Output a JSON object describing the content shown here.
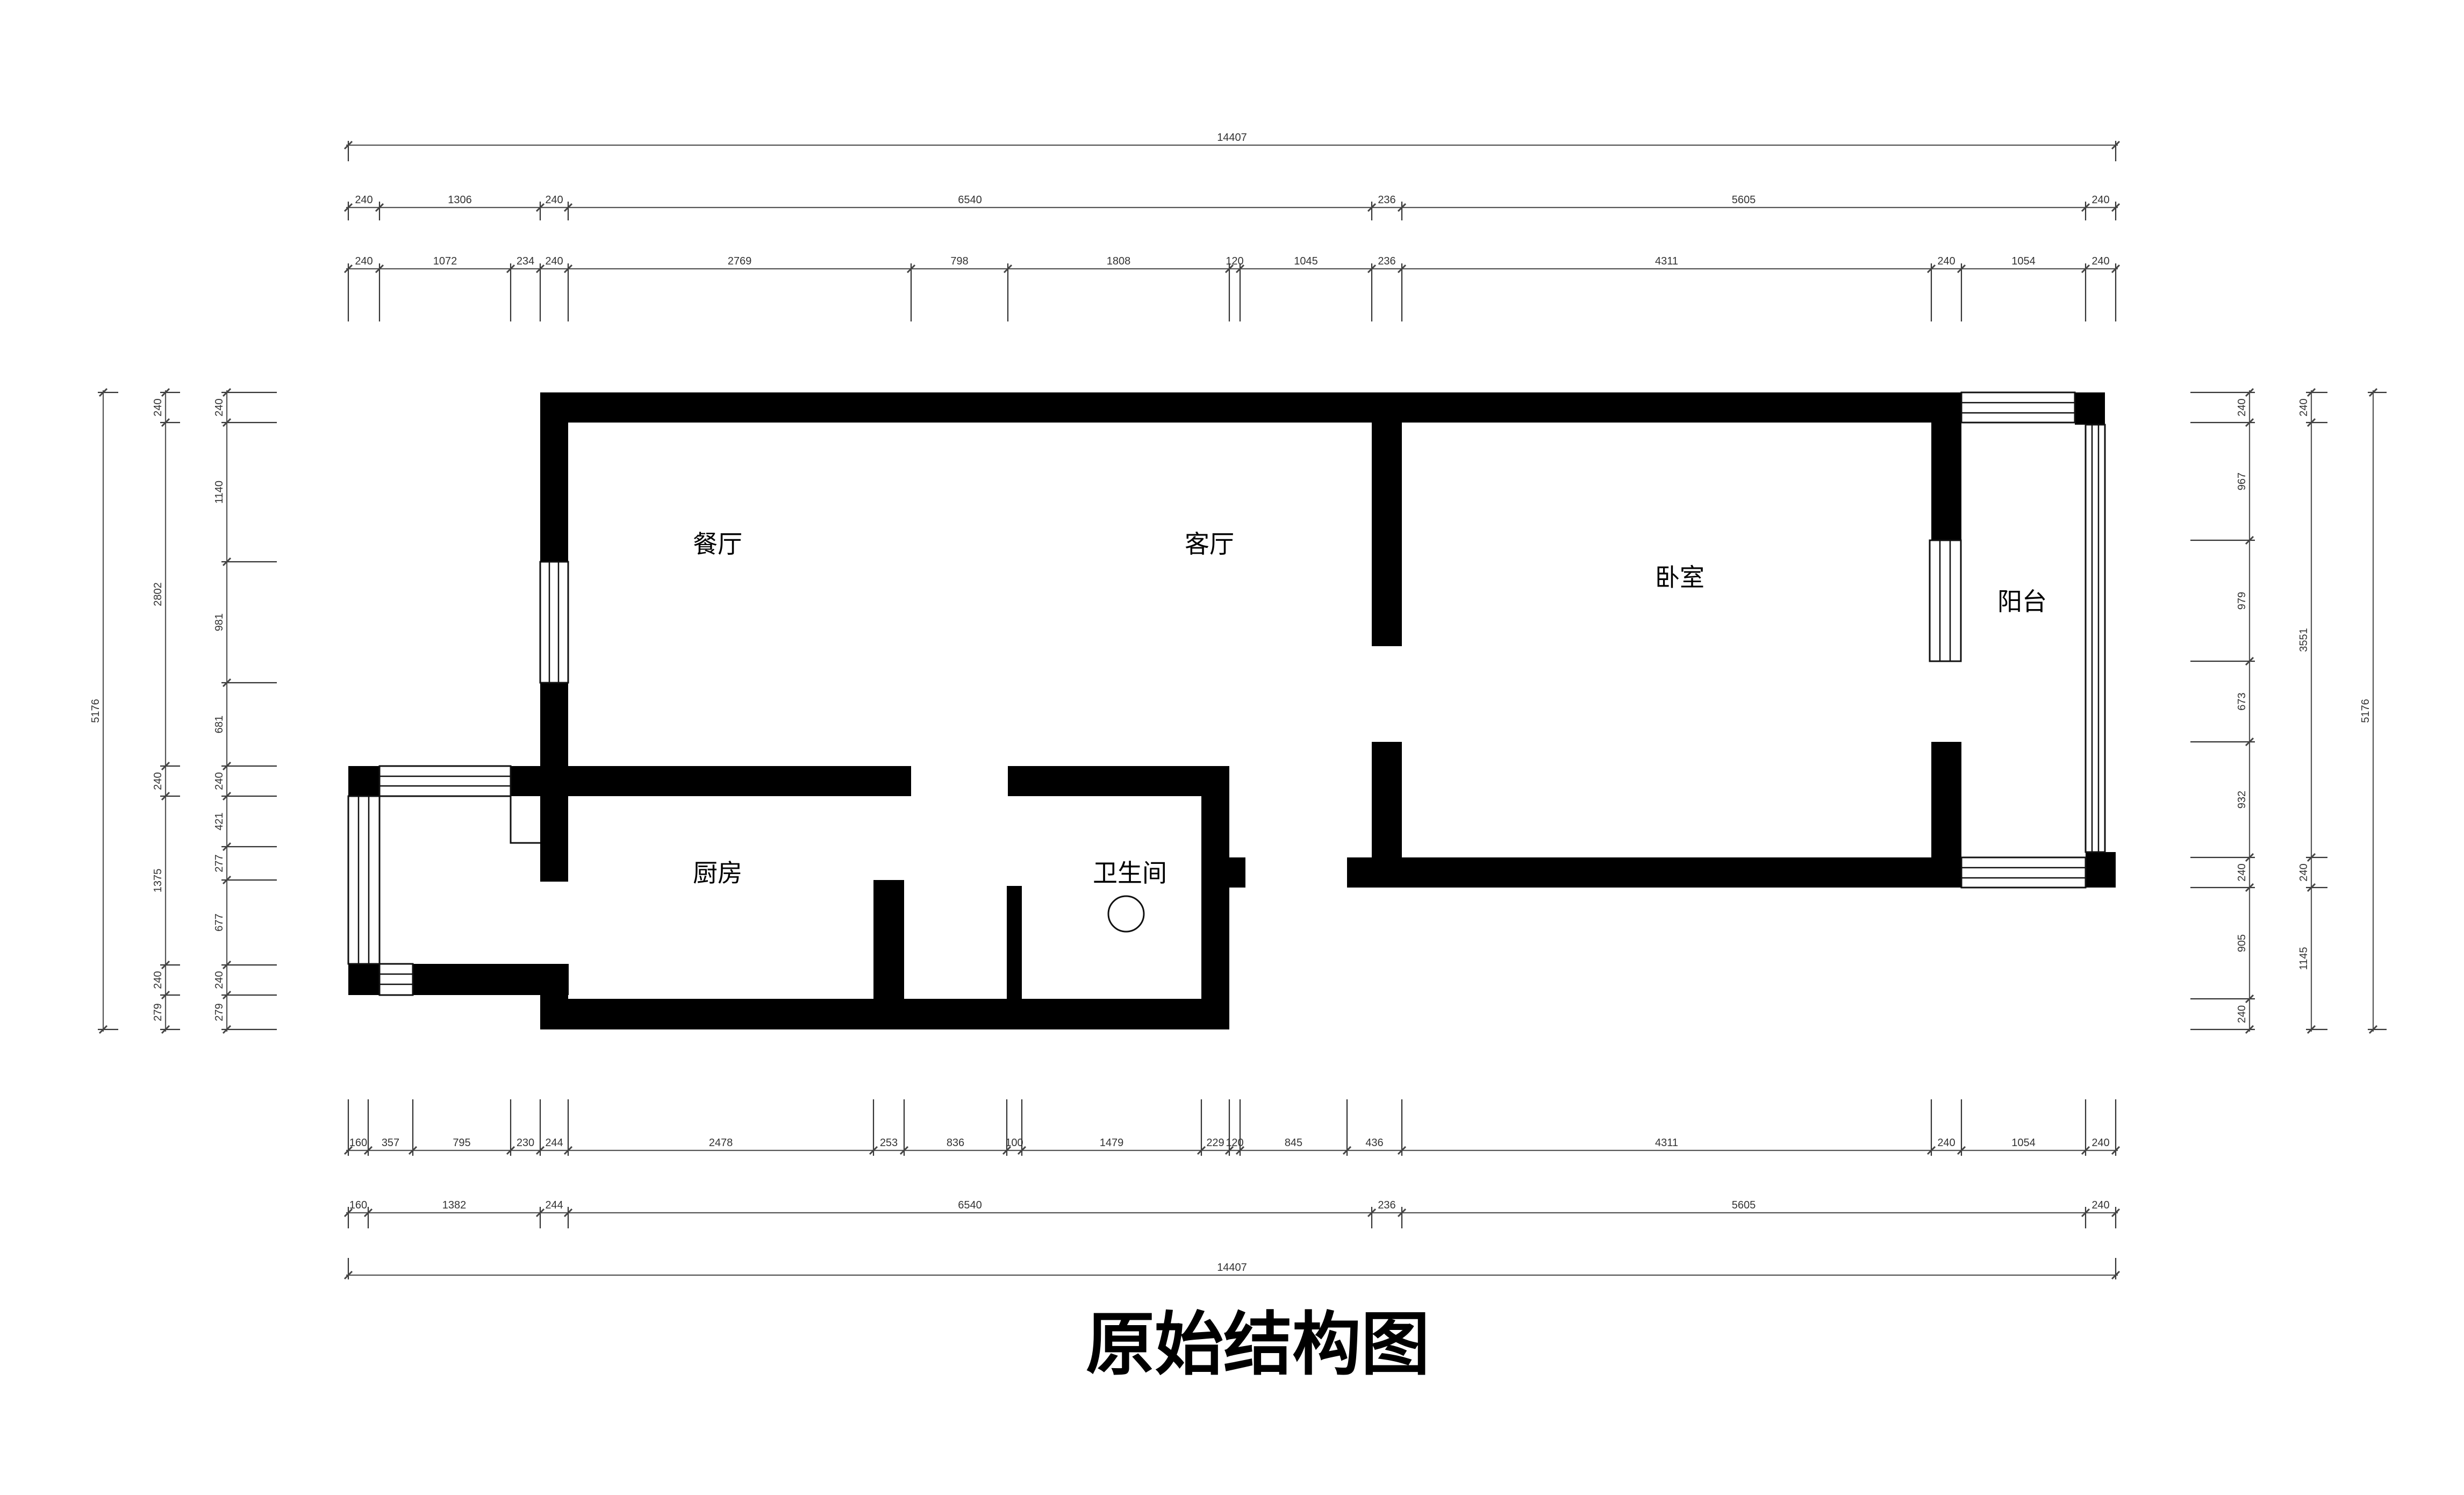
{
  "title": "原始结构图",
  "rooms": {
    "dining": "餐厅",
    "living": "客厅",
    "bedroom": "卧室",
    "balcony": "阳台",
    "kitchen": "厨房",
    "bathroom": "卫生间"
  },
  "dimensions": {
    "top_total": "14407",
    "top_mid": [
      "240",
      "1306",
      "240",
      "6540",
      "236",
      "5605",
      "240"
    ],
    "top_inner": [
      "240",
      "1072",
      "234",
      "240",
      "2769",
      "798",
      "1808",
      "120",
      "1045",
      "236",
      "4311",
      "240",
      "1054",
      "240"
    ],
    "bottom_inner": [
      "160",
      "357",
      "795",
      "230",
      "244",
      "2478",
      "253",
      "836",
      "100",
      "1479",
      "229",
      "120",
      "845",
      "436",
      "4311",
      "240",
      "1054",
      "240"
    ],
    "bottom_mid": [
      "160",
      "1382",
      "244",
      "6540",
      "236",
      "5605",
      "240"
    ],
    "bottom_total": "14407",
    "left_total": "5176",
    "left_mid": [
      "240",
      "2802",
      "240",
      "1375",
      "240",
      "279"
    ],
    "left_inner": [
      "240",
      "1140",
      "981",
      "681",
      "240",
      "421",
      "277",
      "677",
      "240",
      "279"
    ],
    "right_inner": [
      "240",
      "967",
      "979",
      "673",
      "932",
      "240",
      "905",
      "240"
    ],
    "right_mid": [
      "240",
      "3551",
      "240",
      "1145"
    ],
    "right_total": "5176"
  }
}
